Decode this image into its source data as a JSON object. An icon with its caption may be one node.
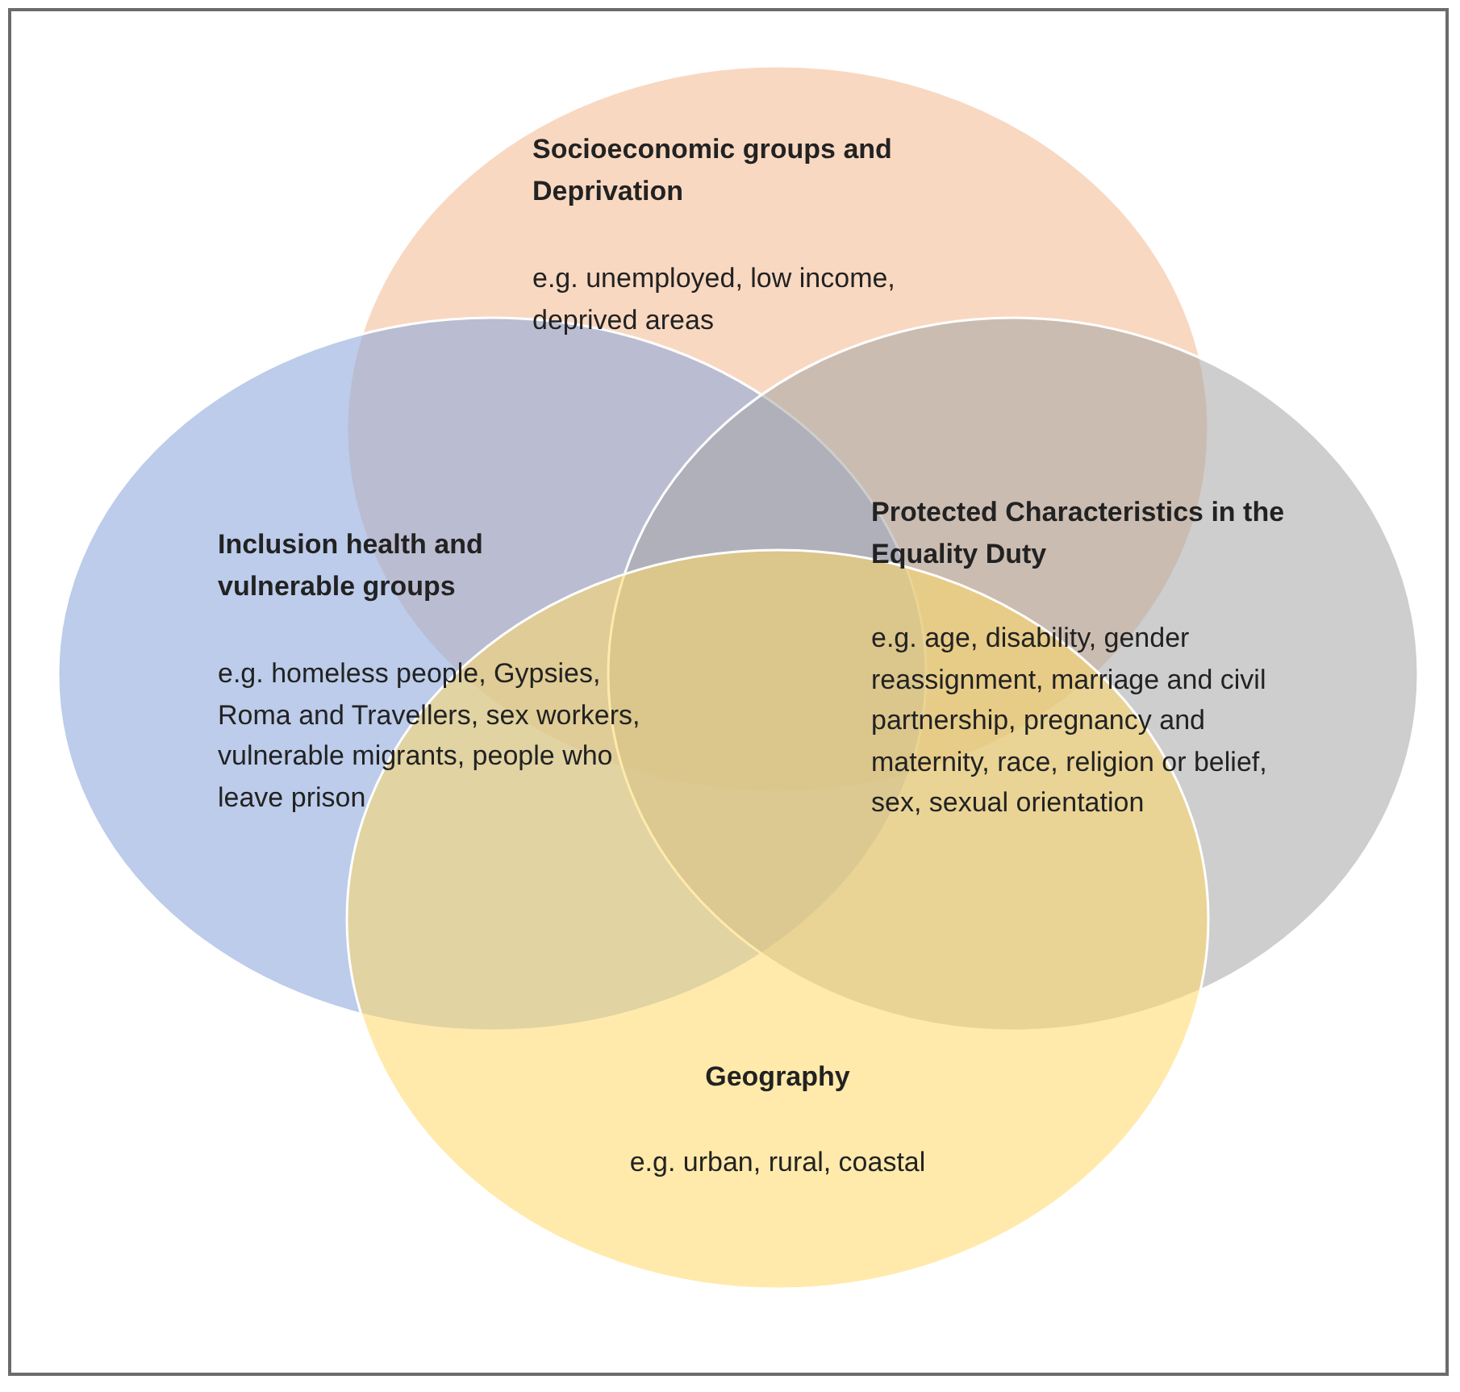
{
  "diagram": {
    "nodes": [
      {
        "text": [
          "Socioeconomic groups and Deprivation",
          "e.g. unemployed, low income, deprived areas"
        ]
      },
      {
        "text": [
          "Inclusion health and vulnerable groups",
          "e.g. homeless people, Gypsies, Roma and Travellers, sex workers, vulnerable migrants, people who leave prison"
        ]
      },
      {
        "text": [
          "Protected Characteristics in the Equality Duty",
          "e.g. age, disability, gender reassignment, marriage and civil partnership, pregnancy and maternity, race, religion or belief, sex, sexual orientation"
        ]
      },
      {
        "text": [
          "Geography",
          "e.g. urban, rural, coastal"
        ]
      }
    ],
    "edges": []
  }
}
